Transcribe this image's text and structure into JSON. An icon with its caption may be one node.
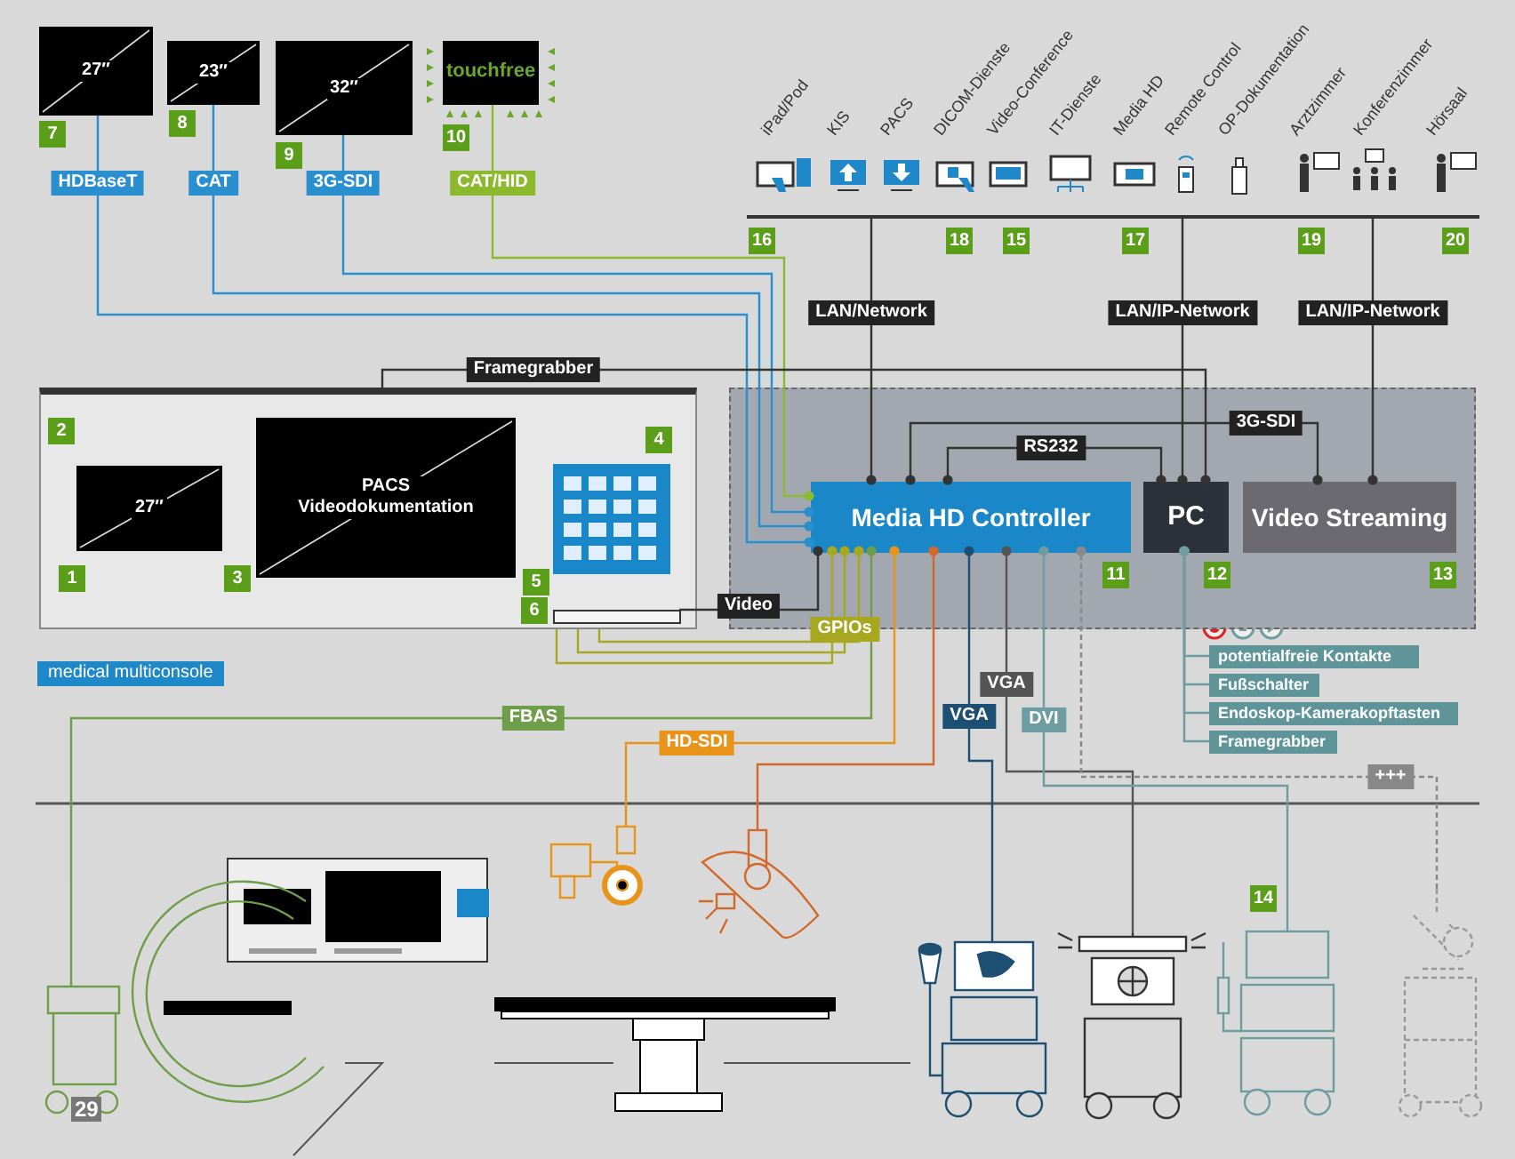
{
  "diagram": {
    "nodes": [
      {
        "text": [
          "27″"
        ],
        "beside": [
          "7"
        ]
      },
      {
        "text": [
          "23″"
        ],
        "beside": [
          "8"
        ]
      },
      {
        "text": [
          "32″"
        ],
        "beside": [
          "9"
        ]
      },
      {
        "text": [
          "touchfree"
        ],
        "beside": [
          "10"
        ]
      },
      {
        "text": [
          "medical multiconsole"
        ]
      },
      {
        "text": [
          "27″"
        ],
        "in": 4
      },
      {
        "text": [
          "PACS Videodokumentation"
        ],
        "in": 4
      },
      {
        "text": [],
        "shape": "box",
        "in": 4,
        "beside": [
          "4"
        ]
      },
      {
        "text": [],
        "shape": "box",
        "in": 4,
        "beside": [
          "6"
        ]
      },
      {
        "text": [],
        "shape": "box"
      },
      {
        "text": [
          "Media HD Controller"
        ],
        "in": 9,
        "beside": [
          "11"
        ]
      },
      {
        "text": [
          "PC"
        ],
        "in": 9,
        "beside": [
          "12"
        ]
      },
      {
        "text": [
          "Video Streaming"
        ],
        "in": 9,
        "beside": [
          "13"
        ]
      },
      {
        "text": [],
        "shape": "bar"
      },
      {
        "text": [
          "potentialfreie Kontakte"
        ]
      },
      {
        "text": [
          "Fußschalter"
        ]
      },
      {
        "text": [
          "Endoskop-Kamerakopftasten"
        ]
      },
      {
        "text": [
          "Framegrabber"
        ]
      },
      {
        "text": [],
        "shape": "picture"
      },
      {
        "text": [],
        "shape": "picture"
      },
      {
        "text": [],
        "shape": "picture"
      },
      {
        "text": [],
        "shape": "picture"
      },
      {
        "text": [],
        "shape": "picture"
      },
      {
        "text": [],
        "shape": "picture",
        "beside": [
          "14"
        ]
      },
      {
        "text": [],
        "shape": "picture"
      }
    ],
    "edges": [
      {
        "from": 0,
        "to": 10,
        "arrow": "other",
        "label": "HDBaseT",
        "color": "#2a8fce"
      },
      {
        "from": 1,
        "to": 10,
        "arrow": "other",
        "label": "CAT",
        "color": "#2a8fce"
      },
      {
        "from": 2,
        "to": 10,
        "arrow": "other",
        "label": "3G-SDI",
        "color": "#2a8fce"
      },
      {
        "from": 3,
        "to": 10,
        "arrow": "other",
        "label": "CAT/HID",
        "color": "#8cb92d"
      },
      {
        "from": 4,
        "to": 11,
        "arrow": "other",
        "label": "Framegrabber"
      },
      {
        "from": 13,
        "to": 10,
        "arrow": "other",
        "label": "LAN/Network"
      },
      {
        "from": 13,
        "to": 11,
        "arrow": "other",
        "label": "LAN/IP-Network"
      },
      {
        "from": 13,
        "to": 12,
        "arrow": "other",
        "label": "LAN/IP-Network"
      },
      {
        "from": 10,
        "to": 11,
        "arrow": "other",
        "label": "RS232"
      },
      {
        "from": 10,
        "to": 12,
        "arrow": "other",
        "label": "3G-SDI"
      },
      {
        "from": 8,
        "to": 10,
        "arrow": "other",
        "label": "Video"
      },
      {
        "from": 4,
        "to": 10,
        "arrow": "other",
        "color": "#a8a820"
      },
      {
        "from": 4,
        "to": 10,
        "arrow": "other",
        "label": "GPIOs",
        "color": "#a8a820"
      },
      {
        "from": 4,
        "to": 10,
        "arrow": "other",
        "color": "#a8a820"
      },
      {
        "from": 18,
        "to": 10,
        "arrow": "other",
        "label": "FBAS",
        "color": "#6e9e4a"
      },
      {
        "from": 19,
        "to": 10,
        "arrow": "other",
        "label": "HD-SDI",
        "color": "#e8941a"
      },
      {
        "from": 20,
        "to": 10,
        "arrow": "other",
        "color": "#d2692a"
      },
      {
        "from": 21,
        "to": 10,
        "arrow": "other",
        "label": "VGA",
        "color": "#1d4f73"
      },
      {
        "from": 22,
        "to": 10,
        "arrow": "other",
        "label": "VGA",
        "color": "#555555"
      },
      {
        "from": 23,
        "to": 10,
        "arrow": "other",
        "label": "DVI",
        "color": "#6d9da0"
      },
      {
        "from": 24,
        "to": 10,
        "arrow": "other",
        "label": "+++",
        "style": "dashed",
        "color": "#888888"
      },
      {
        "from": 14,
        "to": 11,
        "arrow": "other",
        "color": "#6d9da0"
      },
      {
        "from": 15,
        "to": 11,
        "arrow": "other",
        "color": "#6d9da0"
      },
      {
        "from": 16,
        "to": 11,
        "arrow": "other",
        "color": "#6d9da0"
      },
      {
        "from": 17,
        "to": 11,
        "arrow": "other",
        "color": "#6d9da0"
      }
    ],
    "labels": [
      "iPad/Pod",
      "KIS",
      "PACS",
      "DICOM-Dienste",
      "Video-Conference",
      "IT-Dienste",
      "Media HD",
      "Remote Control",
      "OP-Dokumentation",
      "Arztzimmer",
      "Konferenzimmer",
      "Hörsaal",
      "16",
      "18",
      "15",
      "17",
      "19",
      "20",
      "2",
      "1",
      "3",
      "5",
      "29"
    ]
  }
}
